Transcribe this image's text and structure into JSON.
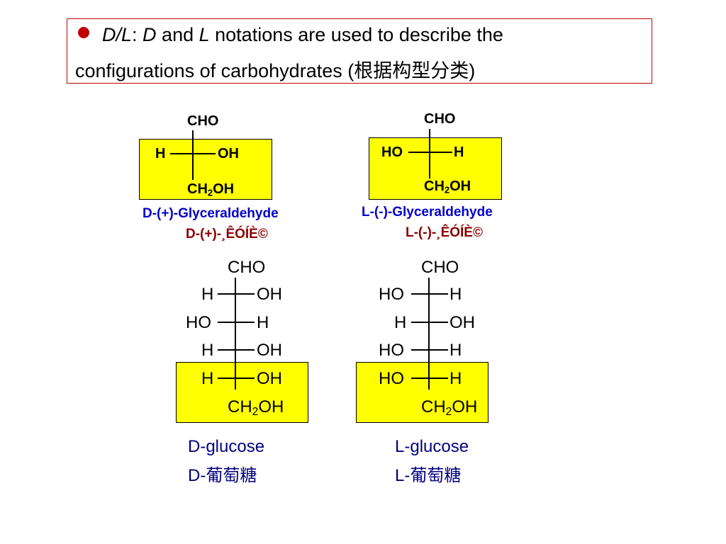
{
  "title": {
    "line1_italic": "D/L",
    "line1_colon": ": ",
    "line1_d": "D",
    "line1_and": " and ",
    "line1_l": "L",
    "line1_rest": " notations are used to describe the",
    "line2": "configurations of carbohydrates (根据构型分类)"
  },
  "glyceraldehyde_d": {
    "top": "CHO",
    "left": "H",
    "right": "OH",
    "bottom_ch": "CH",
    "bottom_sub": "2",
    "bottom_oh": "OH",
    "name": "D-(+)-Glyceraldehyde",
    "name_alt": "D-(+)-¸ÊÓÍÈ©"
  },
  "glyceraldehyde_l": {
    "top": "CHO",
    "left": "HO",
    "right": "H",
    "bottom_ch": "CH",
    "bottom_sub": "2",
    "bottom_oh": "OH",
    "name": "L-(-)-Glyceraldehyde",
    "name_alt": "L-(-)-¸ÊÓÍÈ©"
  },
  "glucose_d": {
    "top": "CHO",
    "rows": [
      {
        "left": "H",
        "right": "OH"
      },
      {
        "left": "HO",
        "right": "H"
      },
      {
        "left": "H",
        "right": "OH"
      },
      {
        "left": "H",
        "right": "OH"
      }
    ],
    "bottom_ch": "CH",
    "bottom_sub": "2",
    "bottom_oh": "OH",
    "name": "D-glucose",
    "name_cn": "D-葡萄糖"
  },
  "glucose_l": {
    "top": "CHO",
    "rows": [
      {
        "left": "HO",
        "right": "H"
      },
      {
        "left": "H",
        "right": "OH"
      },
      {
        "left": "HO",
        "right": "H"
      },
      {
        "left": "HO",
        "right": "H"
      }
    ],
    "bottom_ch": "CH",
    "bottom_sub": "2",
    "bottom_oh": "OH",
    "name": "L-glucose",
    "name_cn": "L-葡萄糖"
  },
  "colors": {
    "border_red": "#c00000",
    "highlight": "#ffff00",
    "label_blue": "#0000cc",
    "label_red": "#8b0000",
    "caption_blue": "#000080"
  }
}
